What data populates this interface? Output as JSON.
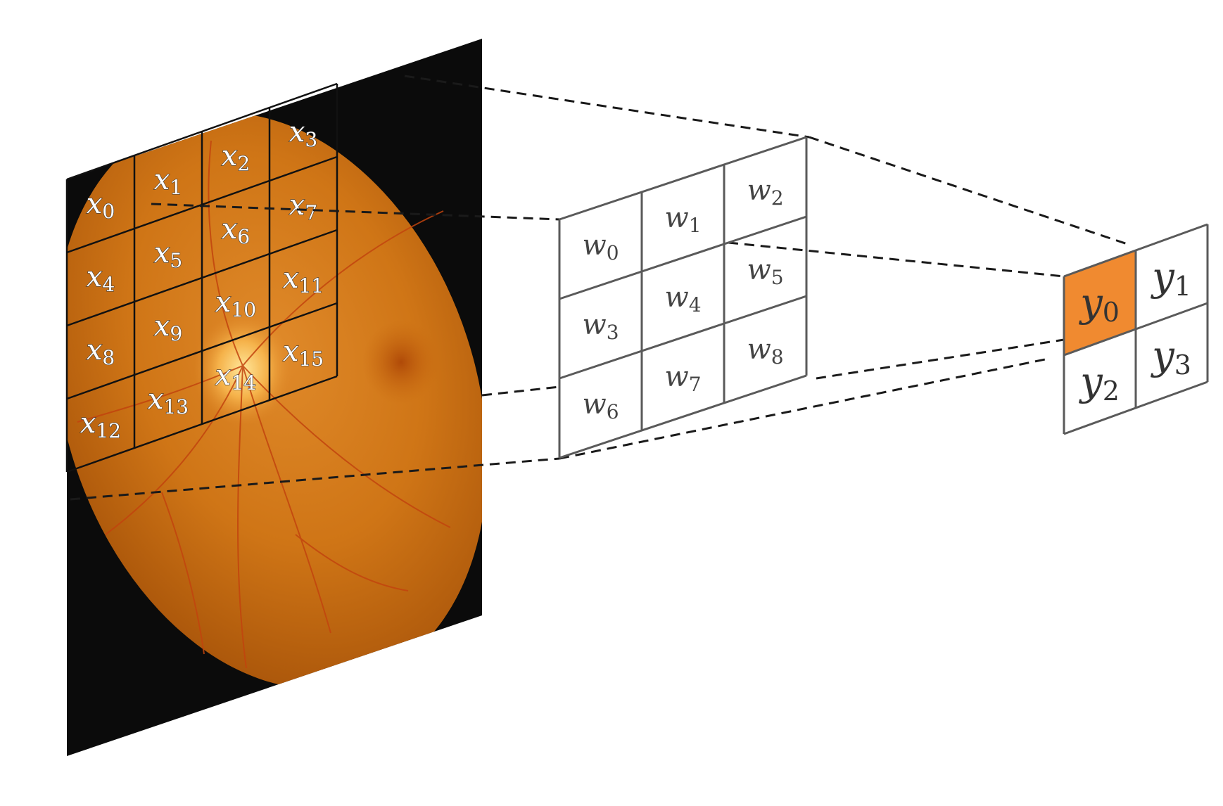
{
  "input": {
    "cells": [
      "x0",
      "x1",
      "x2",
      "x3",
      "x4",
      "x5",
      "x6",
      "x7",
      "x8",
      "x9",
      "x10",
      "x11",
      "x12",
      "x13",
      "x14",
      "x15"
    ]
  },
  "kernel": {
    "cells": [
      "w0",
      "w1",
      "w2",
      "w3",
      "w4",
      "w5",
      "w6",
      "w7",
      "w8"
    ]
  },
  "output": {
    "cells": [
      "y0",
      "y1",
      "y2",
      "y3"
    ],
    "highlight_index": 0
  },
  "colors": {
    "background": "#ffffff",
    "image_border": "#0b0b0b",
    "fundus": "#c86a10",
    "highlight": "#f08a30"
  }
}
